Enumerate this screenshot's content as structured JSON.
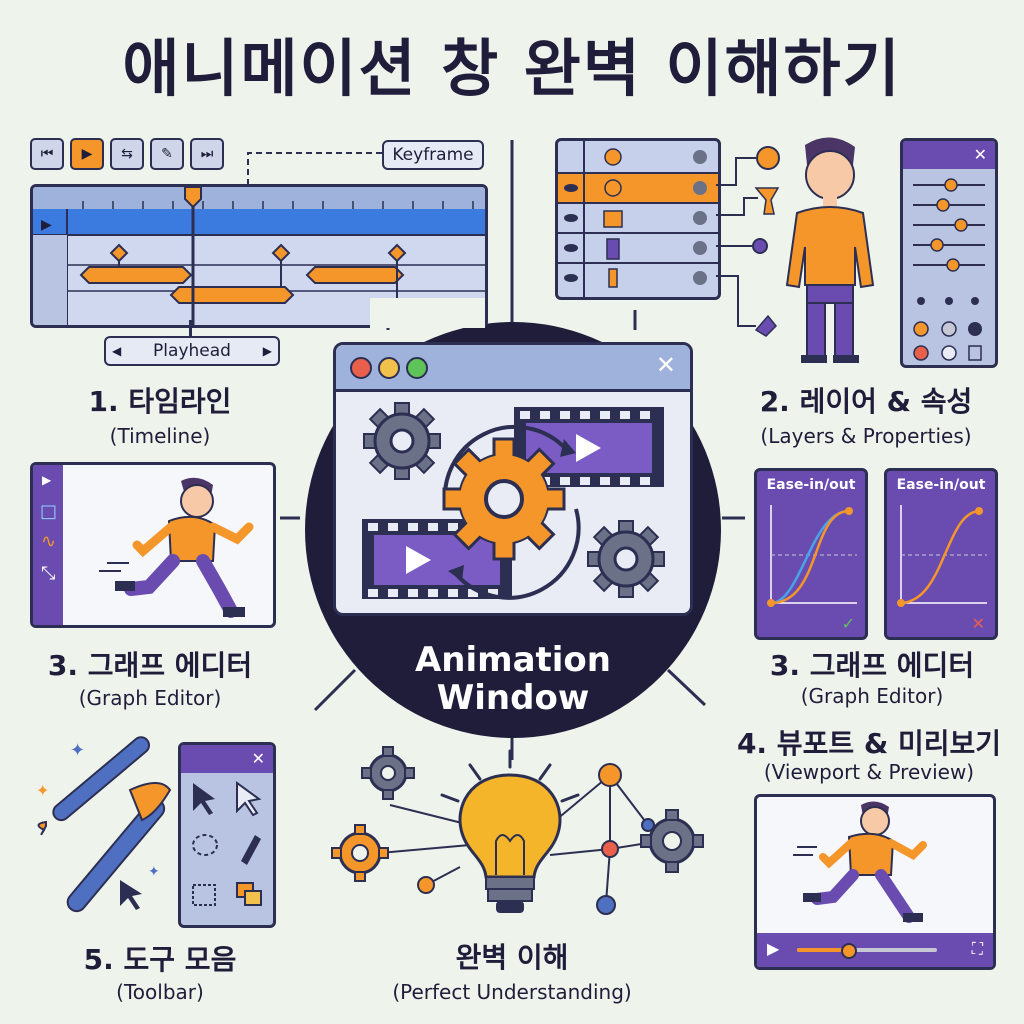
{
  "title": "애니메이션 창 완벽 이해하기",
  "center": {
    "line1": "Animation",
    "line2": "Window",
    "close_glyph": "✕"
  },
  "sections": {
    "timeline": {
      "label": "1. 타임라인",
      "sub": "(Timeline)",
      "keyframe_tag": "Keyframe",
      "playhead_tag": "Playhead",
      "playhead_left": "◀",
      "playhead_right": "▶",
      "buttons": [
        "⏮",
        "▶",
        "⇆",
        "✎",
        "⏭"
      ],
      "row_play": "▶"
    },
    "layers": {
      "label": "2. 레이어 & 속성",
      "sub": "(Layers & Properties)",
      "close_glyph": "✕"
    },
    "graph_left": {
      "label": "3. 그래프 에디터",
      "sub": "(Graph Editor)",
      "tools": [
        "▶",
        "□",
        "∿",
        "⤡"
      ]
    },
    "graph_right": {
      "label": "3. 그래프 에디터",
      "sub": "(Graph Editor)",
      "card1": "Ease-in/out",
      "card2": "Ease-in/out",
      "check": "✓",
      "cross": "✕"
    },
    "viewport": {
      "label": "4. 뷰포트 & 미리보기",
      "sub": "(Viewport & Preview)",
      "play": "▶",
      "fullscreen": "⛶"
    },
    "toolbar": {
      "label": "5. 도구 모음",
      "sub": "(Toolbar)",
      "close_glyph": "✕"
    },
    "understanding": {
      "label": "완벽 이해",
      "sub": "(Perfect Understanding)"
    }
  },
  "colors": {
    "background": "#eef3ec",
    "navy": "#1f1d3a",
    "orange": "#f5962a",
    "purple": "#6a4cb0",
    "blue_panel": "#9fb2dc",
    "gear_gray": "#6b7186",
    "red_dot": "#e8604c",
    "yellow_dot": "#f2c14b",
    "green_dot": "#5ec45a"
  },
  "icons": [
    "gear-icon",
    "film-strip-icon",
    "play-icon",
    "lightbulb-icon",
    "brush-icon",
    "cursor-icon",
    "eye-icon",
    "close-icon"
  ]
}
